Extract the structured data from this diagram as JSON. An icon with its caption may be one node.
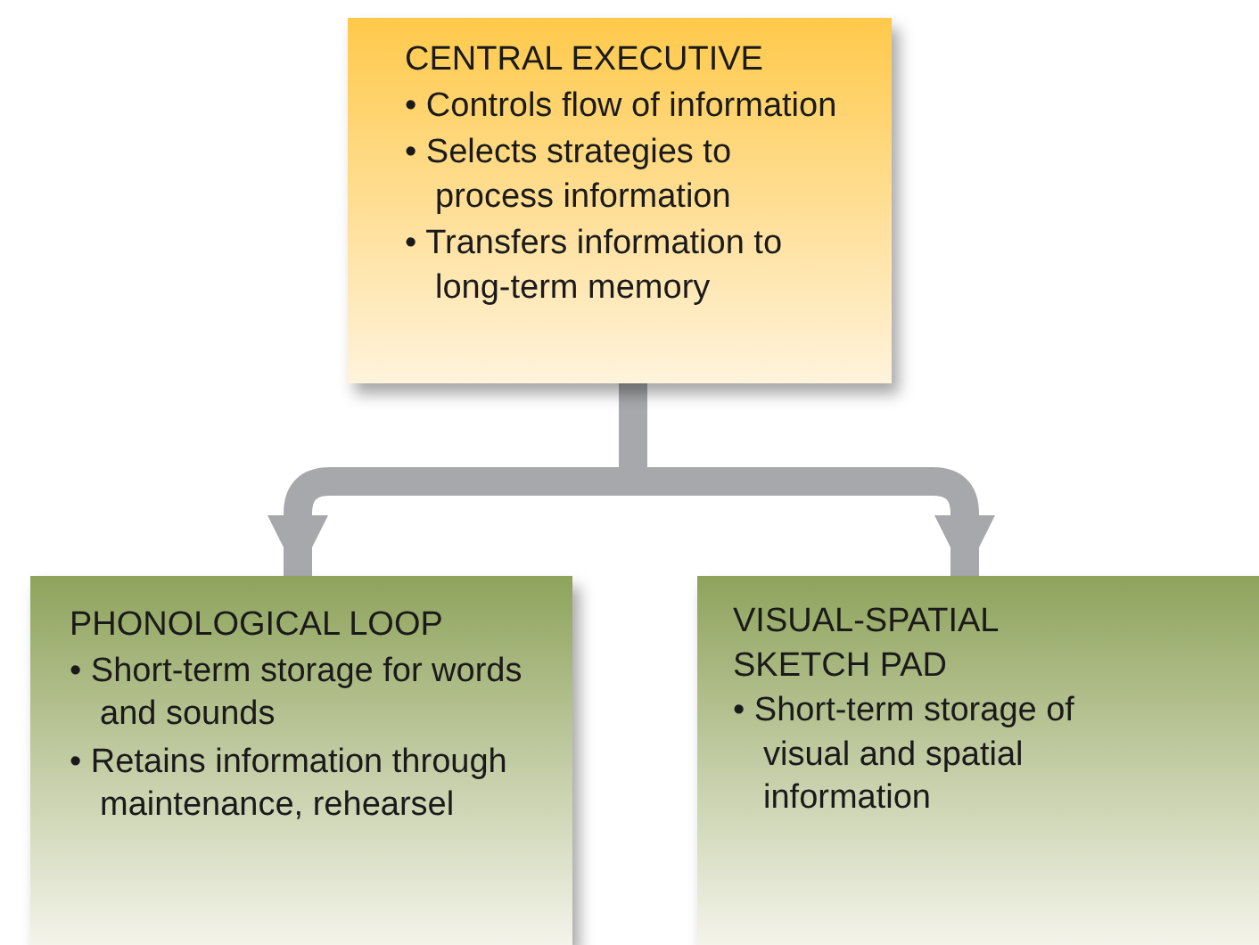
{
  "diagram": {
    "nodes": [
      {
        "text": [
          "CENTRAL EXECUTIVE",
          "• Controls flow of information",
          "• Selects strategies to process information",
          "• Transfers information to long-term memory"
        ]
      },
      {
        "text": [
          "PHONOLOGICAL LOOP",
          "• Short-term storage for words and sounds",
          "• Retains information through maintenance, rehearsel"
        ]
      },
      {
        "text": [
          "VISUAL-SPATIAL SKETCH PAD",
          "• Short-term storage of visual and spatial information"
        ]
      }
    ],
    "edges": [
      {
        "from": 0,
        "to": 1,
        "arrow": "to"
      },
      {
        "from": 0,
        "to": 2,
        "arrow": "to"
      }
    ]
  }
}
